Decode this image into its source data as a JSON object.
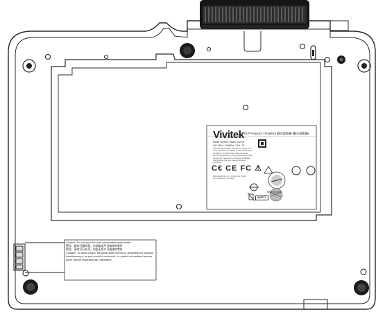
{
  "caution_label": {
    "lines": [
      "Caution: Do not open.No user serviceable parts inside",
      "警告：請勿打開外殼，內部無用戶可維修的零件",
      "警告：请勿打开外壳，内部无用户可维修的零件",
      "Cuidado: no abra la tapa. Ninguna parte interna se reparable por Usuario.",
      "Avertissement: ne pas ouvrir le couvercle. Le produit ne contient aucune",
      "pièce interne réparable par l'utilisateur."
    ]
  },
  "product_label": {
    "brand": "Vivitek",
    "product": "DLP Projector / Projektor 數位投影機 (數位投影機)",
    "model": "Model: DU978 / Model: DU978",
    "power": "100-240V~, 50/60Hz, 3.5A ; 1P",
    "fcc_text": "This device complies with part 15 of the FCC rules. Operation is subject to the following two conditions: (1) this device may not cause harmful interference, and (2) this device must accept any interference received, including interference that may cause undesired operation.",
    "marks": "C€ CE FC ⚠",
    "made_in": "Made in China",
    "safety": "SAFETY",
    "small_text": "Delta Electronics, Inc. Vivitek Corp. Small print regulatory information."
  },
  "colors": {
    "outline": "#2a2a2a",
    "lens": "#151515",
    "label_bg": "#ffffff"
  }
}
